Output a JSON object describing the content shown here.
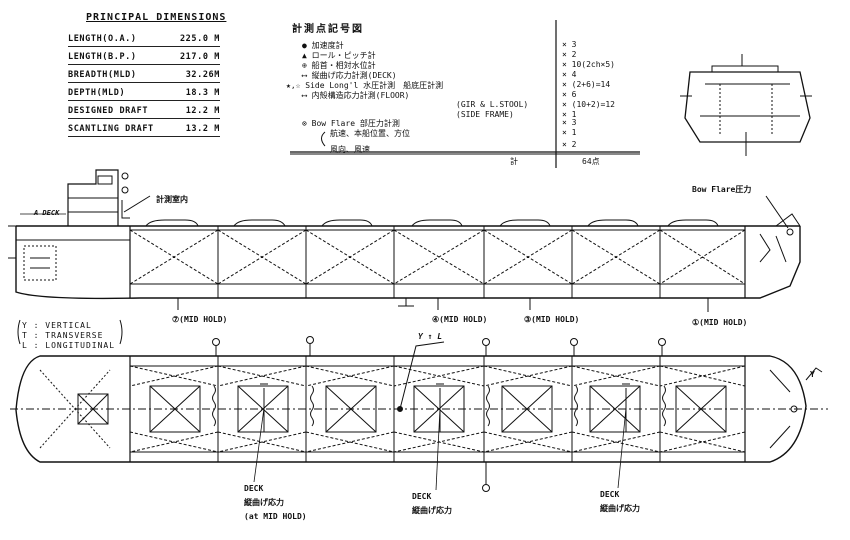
{
  "principal_dimensions": {
    "title": "PRINCIPAL DIMENSIONS",
    "rows": [
      {
        "label": "LENGTH(O.A.)",
        "value": "225.0 M"
      },
      {
        "label": "LENGTH(B.P.)",
        "value": "217.0 M"
      },
      {
        "label": "BREADTH(MLD)",
        "value": "32.26M"
      },
      {
        "label": "DEPTH(MLD)",
        "value": "18.3 M"
      },
      {
        "label": "DESIGNED DRAFT",
        "value": "12.2 M"
      },
      {
        "label": "SCANTLING DRAFT",
        "value": "13.2 M"
      }
    ]
  },
  "legend": {
    "title": "計測点記号図",
    "items": [
      {
        "symbol": "●",
        "text": "加速度計",
        "count": "× 3"
      },
      {
        "symbol": "▲",
        "text": "ロール・ピッチ計",
        "count": "× 2"
      },
      {
        "symbol": "⊕",
        "text": "船首・相対水位計",
        "count": "× 10(2ch×5)"
      },
      {
        "symbol": "⟷",
        "text": "縦曲げ応力計測(DECK)",
        "count": "× 4"
      },
      {
        "symbol": "★,☆",
        "text": "Side Long'l 水圧計測　船底圧計測",
        "count": "× (2+6)=14"
      },
      {
        "symbol": "⟷",
        "text": "内殻構造応力計測(FLOOR)",
        "count": "× 6"
      },
      {
        "symbol": "",
        "text": "(GIR & L.STOOL)",
        "count": "× (10+2)=12"
      },
      {
        "symbol": "",
        "text": "(SIDE FRAME)",
        "count": "× 1"
      },
      {
        "symbol": "⊗",
        "text": "Bow Flare 部圧力計測",
        "count": "× 3"
      },
      {
        "symbol": "",
        "text": "航速、本船位置、方位",
        "count": "× 1"
      },
      {
        "symbol": "",
        "text": "風向、風速",
        "count": "× 2"
      }
    ],
    "total_label": "計",
    "total_value": "64点"
  },
  "tags": {
    "measuring_room": "計測室内",
    "bow_flare": "Bow Flare圧力",
    "a_deck": "A DECK",
    "mid_hold_7": "⑦(MID HOLD)",
    "mid_hold_4": "④(MID HOLD)",
    "mid_hold_3": "③(MID HOLD)",
    "mid_hold_1": "①(MID HOLD)",
    "yl_marker": "Y ↑ L",
    "bow_y": "Y"
  },
  "axis_legend": {
    "lines": [
      "Y : VERTICAL",
      "T : TRANSVERSE",
      "L : LONGITUDINAL"
    ]
  },
  "deck_labels": [
    {
      "title": "DECK",
      "text": "縦曲げ応力",
      "note": "(at MID HOLD)"
    },
    {
      "title": "DECK",
      "text": "縦曲げ応力"
    },
    {
      "title": "DECK",
      "text": "縦曲げ応力"
    }
  ]
}
